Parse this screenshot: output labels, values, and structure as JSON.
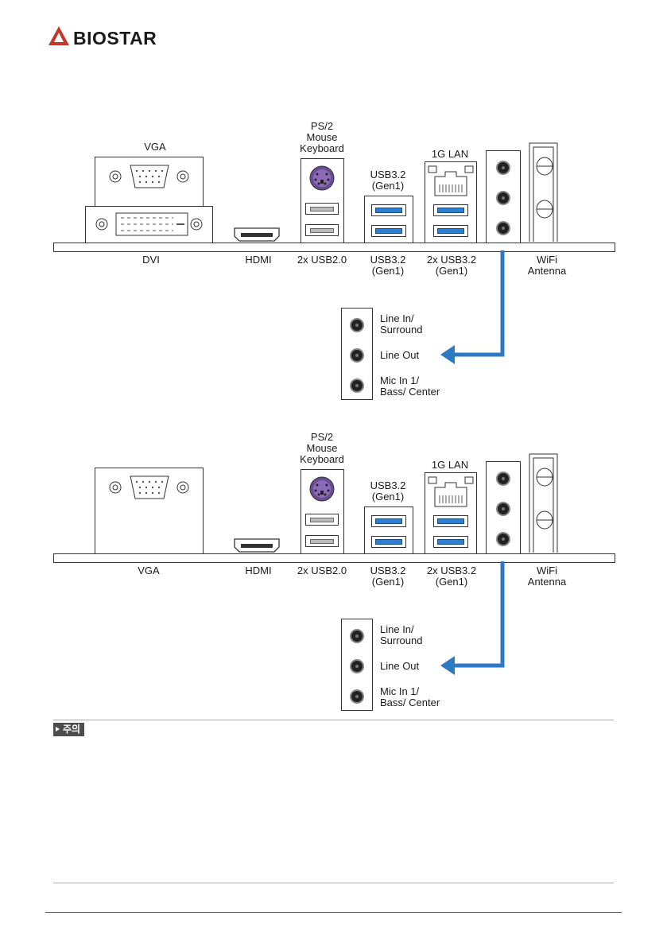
{
  "header": {
    "brand": "BIOSTAR"
  },
  "panel_top": {
    "vga": "VGA",
    "ps2": [
      "PS/2",
      "Mouse",
      "Keyboard"
    ],
    "usb32_top": [
      "USB3.2",
      "(Gen1)"
    ],
    "lan": "1G LAN",
    "bottom": {
      "dvi": "DVI",
      "hdmi": "HDMI",
      "usb20": "2x USB2.0",
      "usb32": [
        "USB3.2",
        "(Gen1)"
      ],
      "usb32x2": [
        "2x USB3.2",
        "(Gen1)"
      ],
      "wifi": [
        "WiFi",
        "Antenna"
      ]
    },
    "audio": [
      [
        "Line In/",
        "Surround"
      ],
      [
        "Line Out"
      ],
      [
        "Mic In 1/",
        "Bass/ Center"
      ]
    ]
  },
  "panel_bottom": {
    "ps2": [
      "PS/2",
      "Mouse",
      "Keyboard"
    ],
    "usb32_top": [
      "USB3.2",
      "(Gen1)"
    ],
    "lan": "1G LAN",
    "bottom": {
      "vga": "VGA",
      "hdmi": "HDMI",
      "usb20": "2x USB2.0",
      "usb32": [
        "USB3.2",
        "(Gen1)"
      ],
      "usb32x2": [
        "2x USB3.2",
        "(Gen1)"
      ],
      "wifi": [
        "WiFi",
        "Antenna"
      ]
    },
    "audio": [
      [
        "Line In/",
        "Surround"
      ],
      [
        "Line Out"
      ],
      [
        "Mic In 1/",
        "Bass/ Center"
      ]
    ]
  },
  "note": {
    "tag": "주의"
  },
  "colors": {
    "arrow": "#2d7ac4",
    "accent_red": "#c0392b",
    "usb3_blue": "#2f7fd0"
  }
}
